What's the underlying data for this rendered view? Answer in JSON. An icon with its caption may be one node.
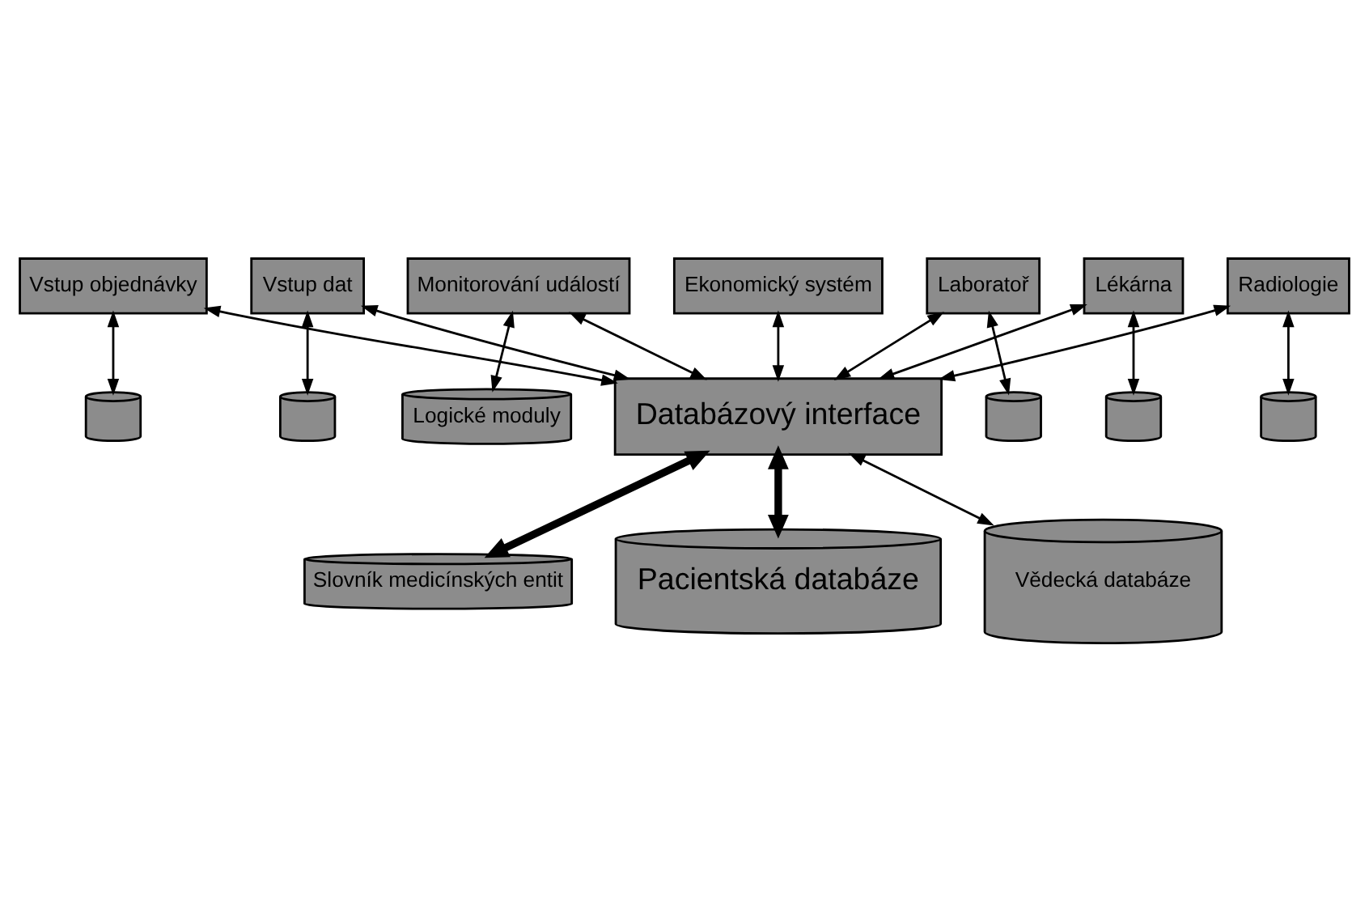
{
  "diagram": {
    "nodes": [
      {
        "text": [
          "Vstup objednávky"
        ]
      },
      {
        "text": [],
        "shape": "cylinder"
      },
      {
        "text": [
          "Vstup dat"
        ]
      },
      {
        "text": [],
        "shape": "cylinder"
      },
      {
        "text": [
          "Monitorování událostí"
        ]
      },
      {
        "text": [
          "Logické moduly"
        ]
      },
      {
        "text": [
          "Ekonomický systém"
        ]
      },
      {
        "text": [
          "Laboratoř"
        ]
      },
      {
        "text": [],
        "shape": "cylinder"
      },
      {
        "text": [
          "Databázový interface"
        ]
      },
      {
        "text": [
          "Slovník medicínských entit"
        ]
      },
      {
        "text": [
          "Lékárna"
        ]
      },
      {
        "text": [],
        "shape": "cylinder"
      },
      {
        "text": [
          "Radiologie"
        ]
      },
      {
        "text": [],
        "shape": "cylinder"
      },
      {
        "text": [
          "Pacientská databáze"
        ]
      },
      {
        "text": [
          "Vědecká databáze"
        ]
      }
    ],
    "edges": [
      {
        "from": 0,
        "to": 1,
        "arrow": "both"
      },
      {
        "from": 2,
        "to": 3,
        "arrow": "both"
      },
      {
        "from": 4,
        "to": 5,
        "arrow": "both"
      },
      {
        "from": 7,
        "to": 8,
        "arrow": "both"
      },
      {
        "from": 11,
        "to": 12,
        "arrow": "both"
      },
      {
        "from": 13,
        "to": 14,
        "arrow": "both"
      },
      {
        "from": 0,
        "to": 9,
        "arrow": "both"
      },
      {
        "from": 2,
        "to": 9,
        "arrow": "both"
      },
      {
        "from": 4,
        "to": 9,
        "arrow": "both"
      },
      {
        "from": 6,
        "to": 9,
        "arrow": "both"
      },
      {
        "from": 7,
        "to": 9,
        "arrow": "both"
      },
      {
        "from": 11,
        "to": 9,
        "arrow": "both"
      },
      {
        "from": 13,
        "to": 9,
        "arrow": "both"
      },
      {
        "from": 9,
        "to": 10,
        "arrow": "both",
        "style": "thick"
      },
      {
        "from": 9,
        "to": 15,
        "arrow": "both",
        "style": "thick"
      },
      {
        "from": 9,
        "to": 16,
        "arrow": "both"
      }
    ]
  }
}
